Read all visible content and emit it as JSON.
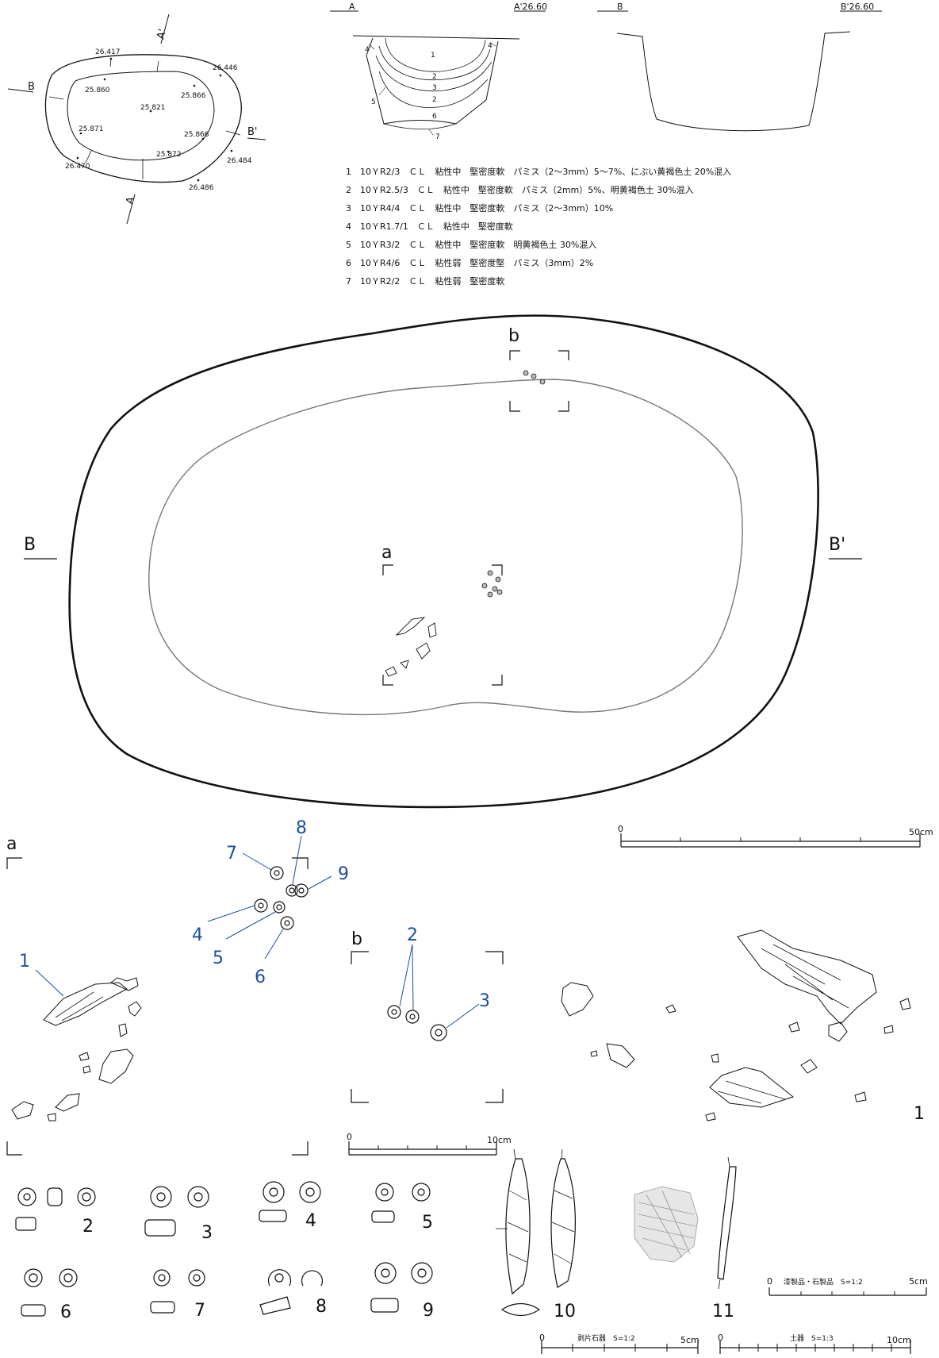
{
  "plan_small": {
    "labels": {
      "a_top": "A'",
      "a_bottom": "A",
      "b_left": "B",
      "b_right": "B'"
    },
    "elevations": [
      "26.417",
      "26.446",
      "25.860",
      "25.866",
      "25.821",
      "25.871",
      "25.866",
      "25.872",
      "26.470",
      "26.484",
      "26.486"
    ]
  },
  "section_a": {
    "left_label": "A",
    "right_label": "A'26.60",
    "layer_numbers": [
      "1",
      "2",
      "3",
      "2",
      "6",
      "7",
      "4",
      "4",
      "5"
    ]
  },
  "section_b": {
    "left_label": "B",
    "right_label": "B'26.60"
  },
  "legend": [
    "1　10ＹR2/3　ＣＬ　粘性中　堅密度軟　パミス（2～3mm）5～7%、にぶい黄褐色土 20%混入",
    "2　10ＹR2.5/3　ＣＬ　粘性中　堅密度軟　パミス（2mm）5%、明黄褐色土 30%混入",
    "3　10ＹR4/4　ＣＬ　粘性中　堅密度軟　パミス（2～3mm）10%",
    "4　10ＹR1.7/1　ＣＬ　粘性中　堅密度軟",
    "5　10ＹR3/2　ＣＬ　粘性中　堅密度軟　明黄褐色土 30%混入",
    "6　10ＹR4/6　ＣＬ　粘性弱　堅密度堅　パミス（3mm）2%",
    "7　10ＹR2/2　ＣＬ　粘性弱　堅密度軟"
  ],
  "plan_large": {
    "label_b": "b",
    "label_a": "a",
    "left": "B",
    "right": "B'"
  },
  "scale_50": {
    "start": "0",
    "end": "50cm"
  },
  "detail_a": {
    "label": "a",
    "numbers": [
      "7",
      "8",
      "9",
      "4",
      "5",
      "6",
      "1"
    ]
  },
  "detail_b": {
    "label": "b",
    "numbers": [
      "2",
      "3"
    ]
  },
  "scale_10": {
    "start": "0",
    "end": "10cm"
  },
  "lacquer_fig": {
    "number": "1"
  },
  "beads": [
    "2",
    "3",
    "4",
    "5",
    "6",
    "7",
    "8",
    "9"
  ],
  "stone": {
    "number": "10"
  },
  "pottery": {
    "number": "11"
  },
  "scales_bottom": [
    {
      "start": "0",
      "label": "漆製品・石製品　S=1:2",
      "end": "5cm"
    },
    {
      "start": "0",
      "label": "剥片石器　S=1:2",
      "end": "5cm"
    },
    {
      "start": "0",
      "label": "土器　S=1:3",
      "end": "10cm"
    }
  ],
  "colors": {
    "ink": "#111111",
    "annotation": "#1a4fa3",
    "floor_line": "#777777"
  }
}
